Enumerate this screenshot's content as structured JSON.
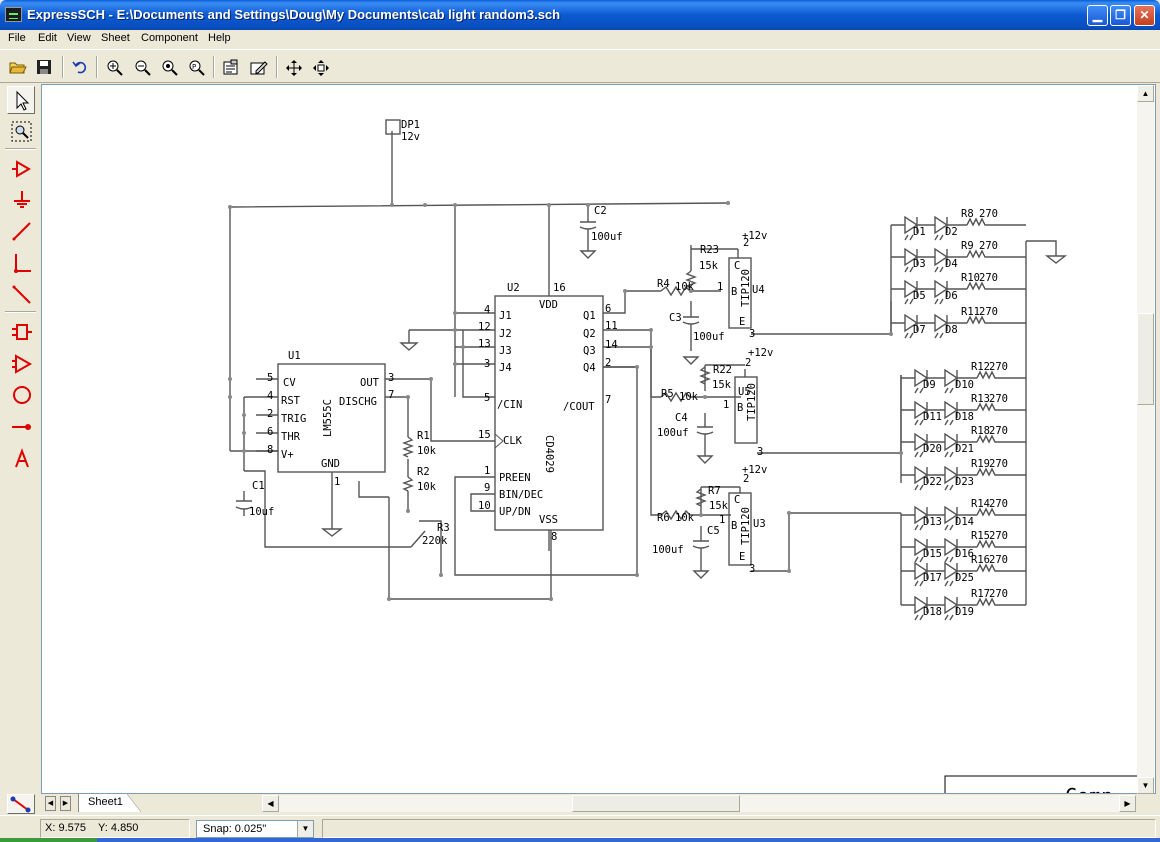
{
  "window": {
    "title": "ExpressSCH - E:\\Documents and Settings\\Doug\\My Documents\\cab light random3.sch",
    "minimize_glyph": "▁",
    "maximize_glyph": "❐",
    "close_glyph": "✕"
  },
  "menu": [
    "File",
    "Edit",
    "View",
    "Sheet",
    "Component",
    "Help"
  ],
  "toolbar_icons": [
    "open-folder-icon",
    "save-disk-icon",
    "undo-icon",
    "zoom-in-icon",
    "zoom-out-icon",
    "zoom-fit-icon",
    "zoom-page-icon",
    "properties-icon",
    "rename-icon",
    "pan-icon",
    "move-icon"
  ],
  "palette_icons": [
    "select-arrow-icon",
    "zoom-window-icon",
    "power-symbol-icon",
    "ground-symbol-icon",
    "wire-icon",
    "bus-entry-icon",
    "line-icon",
    "component-icon",
    "buffer-icon",
    "circle-icon",
    "junction-icon",
    "text-icon"
  ],
  "schematic": {
    "dp1": {
      "ref": "DP1",
      "value": "12v"
    },
    "u1": {
      "ref": "U1",
      "part": "LM555C",
      "pins": {
        "cv": "CV",
        "rst": "RST",
        "trig": "TRIG",
        "thr": "THR",
        "vplus": "V+",
        "out": "OUT",
        "disch": "DISCHG",
        "gnd": "GND"
      },
      "pin_numbers": [
        "5",
        "4",
        "2",
        "6",
        "8",
        "3",
        "7",
        "1"
      ]
    },
    "u2": {
      "ref": "U2",
      "part": "CD4029",
      "pins": {
        "vdd": "VDD",
        "j1": "J1",
        "j2": "J2",
        "j3": "J3",
        "j4": "J4",
        "cin": "/CIN",
        "clk": "CLK",
        "preen": "PREEN",
        "bindec": "BIN/DEC",
        "updn": "UP/DN",
        "vss": "VSS",
        "q1": "Q1",
        "q2": "Q2",
        "q3": "Q3",
        "q4": "Q4",
        "cout": "/COUT"
      },
      "pin_numbers": [
        "16",
        "4",
        "12",
        "13",
        "3",
        "5",
        "15",
        "1",
        "9",
        "10",
        "8",
        "6",
        "11",
        "14",
        "2",
        "7"
      ]
    },
    "caps": [
      {
        "ref": "C1",
        "value": "10uf"
      },
      {
        "ref": "C2",
        "value": "100uf"
      },
      {
        "ref": "C3",
        "value": "100uf"
      },
      {
        "ref": "C4",
        "value": "100uf"
      },
      {
        "ref": "C5",
        "value": "100uf"
      }
    ],
    "resistors_left": [
      {
        "ref": "R1",
        "value": "10k"
      },
      {
        "ref": "R2",
        "value": "10k"
      },
      {
        "ref": "R3",
        "value": "220k"
      }
    ],
    "resistors_mid": [
      {
        "ref": "R4",
        "value": "10k"
      },
      {
        "ref": "R23",
        "value": "15k"
      },
      {
        "ref": "R5",
        "value": "10k"
      },
      {
        "ref": "R22",
        "value": "15k"
      },
      {
        "ref": "R6",
        "value": "10k"
      },
      {
        "ref": "R7",
        "value": "15k"
      }
    ],
    "transistors": [
      {
        "ref": "U4",
        "part": "TIP120",
        "supply": "+12v"
      },
      {
        "ref": "U5",
        "part": "TIP120",
        "supply": "+12v"
      },
      {
        "ref": "U3",
        "part": "TIP120",
        "supply": "+12v"
      }
    ],
    "transistor_pins": {
      "c": "C",
      "b": "B",
      "e": "E",
      "n1": "1",
      "n2": "2",
      "n3": "3"
    },
    "led_rows": [
      {
        "d1": "D1",
        "d2": "D2",
        "r": "R8",
        "v": "270"
      },
      {
        "d1": "D3",
        "d2": "D4",
        "r": "R9",
        "v": "270"
      },
      {
        "d1": "D5",
        "d2": "D6",
        "r": "R10",
        "v": "270"
      },
      {
        "d1": "D7",
        "d2": "D8",
        "r": "R11",
        "v": "270"
      },
      {
        "d1": "D9",
        "d2": "D10",
        "r": "R12",
        "v": "270"
      },
      {
        "d1": "D11",
        "d2": "D18",
        "r": "R13",
        "v": "270"
      },
      {
        "d1": "D20",
        "d2": "D21",
        "r": "R18",
        "v": "270"
      },
      {
        "d1": "D22",
        "d2": "D23",
        "r": "R19",
        "v": "270"
      },
      {
        "d1": "D13",
        "d2": "D14",
        "r": "R14",
        "v": "270"
      },
      {
        "d1": "D15",
        "d2": "D16",
        "r": "R15",
        "v": "270"
      },
      {
        "d1": "D17",
        "d2": "D25",
        "r": "R16",
        "v": "270"
      },
      {
        "d1": "D18",
        "d2": "D19",
        "r": "R17",
        "v": "270"
      }
    ],
    "title_block_fragment": "Comp"
  },
  "sheet_tab": "Sheet1",
  "status": {
    "x_label": "X:",
    "x_value": "9.575",
    "y_label": "Y:",
    "y_value": "4.850",
    "snap": "Snap:  0.025\""
  },
  "colors": {
    "accent_red": "#e00000",
    "titlebar_blue": "#0a5fd8",
    "wire_gray": "#555555"
  }
}
